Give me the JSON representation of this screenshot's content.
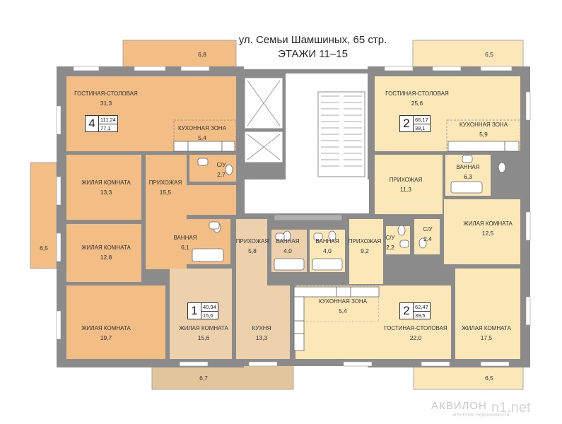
{
  "header": {
    "address": "ул. Семьи Шамшиных, 65 стр.",
    "floors": "ЭТАЖИ 11–15"
  },
  "colors": {
    "apt4": "#f3bd86",
    "apt1": "#edd1ac",
    "apt2": "#fbe7b8",
    "wall": "#8b8b8b",
    "common": "#ffffff"
  },
  "apartments": [
    {
      "rooms": "4",
      "total": "111,24",
      "living": "77,1"
    },
    {
      "rooms": "1",
      "total": "40,94",
      "living": "15,6"
    },
    {
      "rooms": "2",
      "total": "66,17",
      "living": "38,1"
    },
    {
      "rooms": "2",
      "total": "62,47",
      "living": "39,5"
    }
  ],
  "rooms": [
    {
      "name": "ГОСТИНАЯ-СТОЛОВАЯ",
      "area": "31,3"
    },
    {
      "name": "КУХОННАЯ ЗОНА",
      "area": "5,4"
    },
    {
      "name": "С/У",
      "area": "2,7"
    },
    {
      "name": "ЖИЛАЯ КОМНАТА",
      "area": "13,3"
    },
    {
      "name": "ПРИХОЖАЯ",
      "area": "15,5"
    },
    {
      "name": "ЖИЛАЯ КОМНАТА",
      "area": "12,8"
    },
    {
      "name": "ВАННАЯ",
      "area": "6,1"
    },
    {
      "name": "ЖИЛАЯ КОМНАТА",
      "area": "19,7"
    },
    {
      "name": "ЖИЛАЯ КОМНАТА",
      "area": "15,6"
    },
    {
      "name": "ПРИХОЖАЯ",
      "area": "5,8"
    },
    {
      "name": "КУХНЯ",
      "area": "13,3"
    },
    {
      "name": "ВАННАЯ",
      "area": "4,0"
    },
    {
      "name": "ВАННАЯ",
      "area": "4,0"
    },
    {
      "name": "ПРИХОЖАЯ",
      "area": "9,2"
    },
    {
      "name": "КУХОННАЯ ЗОНА",
      "area": "5,4"
    },
    {
      "name": "С/У",
      "area": "2,2"
    },
    {
      "name": "С/У",
      "area": "2,4"
    },
    {
      "name": "ГОСТИНАЯ-СТОЛОВАЯ",
      "area": "22,0"
    },
    {
      "name": "ЖИЛАЯ КОМНАТА",
      "area": "17,5"
    },
    {
      "name": "ГОСТИНАЯ-СТОЛОВАЯ",
      "area": "25,6"
    },
    {
      "name": "КУХОННАЯ ЗОНА",
      "area": "5,9"
    },
    {
      "name": "ВАННАЯ",
      "area": "6,3"
    },
    {
      "name": "ПРИХОЖАЯ",
      "area": "11,3"
    },
    {
      "name": "ЖИЛАЯ КОМНАТА",
      "area": "12,5"
    }
  ],
  "balconies": [
    "6,8",
    "6,5",
    "6,5",
    "6,7",
    "6,5"
  ],
  "watermark": {
    "brand": "АКВИЛОН",
    "tagline": "агентство недвижимости",
    "site": "n1.net"
  }
}
